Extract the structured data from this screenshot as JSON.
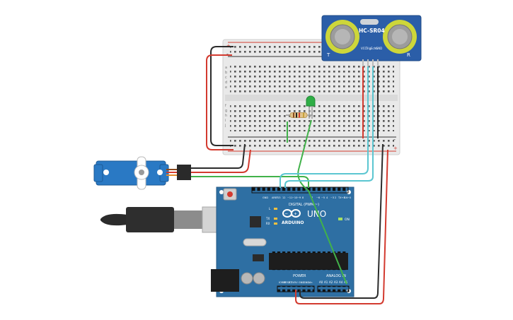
{
  "colors": {
    "background": "#ffffff",
    "breadboard": "#e9e9e9",
    "rail_red": "#d43a2f",
    "rail_black": "#333333",
    "arduino_board": "#2e6fa3",
    "sensor_board": "#2b5ea8",
    "sensor_ring": "#cdd63a",
    "servo_body": "#2a79c4",
    "wire_red": "#d33a2f",
    "wire_black": "#2b2b2b",
    "wire_green": "#41b24a",
    "wire_cyan": "#5bc6d1",
    "led_green": "#2fae46",
    "resistor": "#e3c48a"
  },
  "sensor": {
    "model": "HC-SR04",
    "left_label": "T",
    "right_label": "R",
    "pins": [
      "VCC",
      "Trig",
      "Echo",
      "GND"
    ]
  },
  "breadboard": {
    "row_letters_top": [
      "a",
      "b",
      "c",
      "d",
      "e"
    ],
    "row_letters_bottom": [
      "f",
      "g",
      "h",
      "i",
      "j"
    ],
    "plus": "+",
    "minus": "-"
  },
  "arduino": {
    "logo": "ARDUINO",
    "model": "UNO",
    "digital_label": "DIGITAL (PWM ~)",
    "power_label": "POWER",
    "analog_label": "ANALOG IN",
    "on_label": "ON",
    "tx_label": "TX",
    "rx_label": "RX",
    "l_label": "L",
    "aref_label": "AREF",
    "gnd_label": "GND",
    "digital_pins": [
      "13",
      "12",
      "~11",
      "~10",
      "~9",
      "8",
      "7",
      "~6",
      "~5",
      "4",
      "~3",
      "2",
      "TX→1",
      "RX←0"
    ],
    "power_pins": [
      "IOREF",
      "RESET",
      "3.3V",
      "5V",
      "GND",
      "GND",
      "Vin"
    ],
    "analog_pins": [
      "A0",
      "A1",
      "A2",
      "A3",
      "A4",
      "A5"
    ]
  }
}
